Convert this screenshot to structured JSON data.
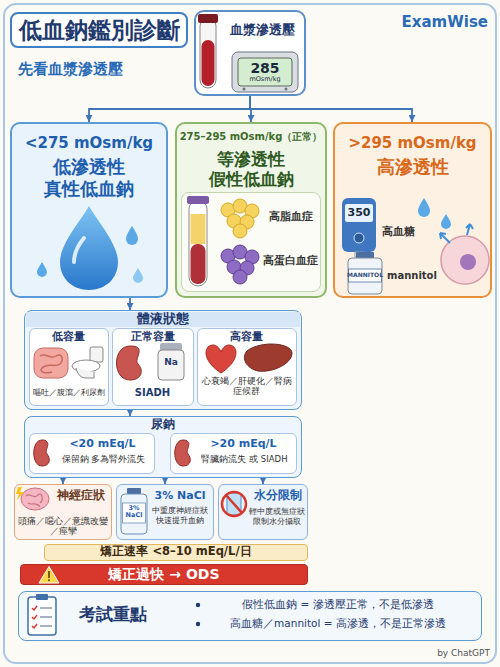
{
  "diagram": {
    "title": "低血鈉鑑別診斷",
    "nodes": [
      {
        "text": [
          "血漿滲透壓"
        ]
      },
      {
        "text": [
          "<275 mOsm/kg",
          "低滲透性",
          "真性低血鈉"
        ]
      },
      {
        "text": [
          "275–295 mOsm/kg（正常）",
          "等滲透性",
          "假性低血鈉"
        ]
      },
      {
        "text": [
          "高脂血症",
          "高蛋白血症"
        ],
        "in": 2
      },
      {
        "text": [
          ">295 mOsm/kg",
          "高滲透性"
        ]
      },
      {
        "text": [
          "體液狀態"
        ]
      },
      {
        "text": [
          "低容量",
          "嘔吐／腹瀉／利尿劑"
        ],
        "in": 5
      },
      {
        "text": [
          "正常容量",
          "SIADH"
        ],
        "in": 5
      },
      {
        "text": [
          "高容量",
          "心衰竭／肝硬化／腎病症候群"
        ],
        "in": 5
      },
      {
        "text": [
          "尿鈉"
        ]
      },
      {
        "text": [
          "<20 mEq/L",
          "保留鈉 多為腎外流失"
        ],
        "in": 9
      },
      {
        "text": [
          ">20 mEq/L",
          "腎臟鈉流失 或 SIADH"
        ],
        "in": 9
      },
      {
        "text": [
          "神經症狀",
          "頭痛／噁心／意識改變／痙攣"
        ]
      },
      {
        "text": [
          "3% NaCl",
          "中重度神經症狀 快速提升血鈉"
        ]
      },
      {
        "text": [
          "水分限制",
          "輕中度或無症狀 限制水分攝取"
        ]
      },
      {
        "text": [
          "矯正速率 <8–10 mEq/L/日"
        ]
      },
      {
        "text": [
          "矯正過快 → ODS"
        ]
      },
      {
        "text": [
          "考試重點",
          "假性低血鈉 = 滲透壓正常，不是低滲透",
          "高血糖／mannitol = 高滲透，不是正常滲透"
        ]
      }
    ],
    "edges": [
      {
        "from": 0,
        "to": 1,
        "arrow": "to"
      },
      {
        "from": 0,
        "to": 2,
        "arrow": "to"
      },
      {
        "from": 0,
        "to": 4,
        "arrow": "to"
      },
      {
        "from": 1,
        "to": 5,
        "arrow": "to"
      },
      {
        "from": 5,
        "to": 9,
        "arrow": "to"
      },
      {
        "from": 10,
        "to": 11,
        "arrow": "to"
      },
      {
        "from": 9,
        "to": 12,
        "arrow": "to"
      },
      {
        "from": 9,
        "to": 13,
        "arrow": "to"
      },
      {
        "from": 9,
        "to": 14,
        "arrow": "to"
      }
    ],
    "labels": [
      "ExamWise",
      "先看血漿滲透壓",
      "285",
      "mOsm/kg",
      "350",
      "高血糖",
      "MANNITOL",
      "mannitol",
      "Na",
      "3% NaCl",
      "by ChatGPT"
    ]
  }
}
